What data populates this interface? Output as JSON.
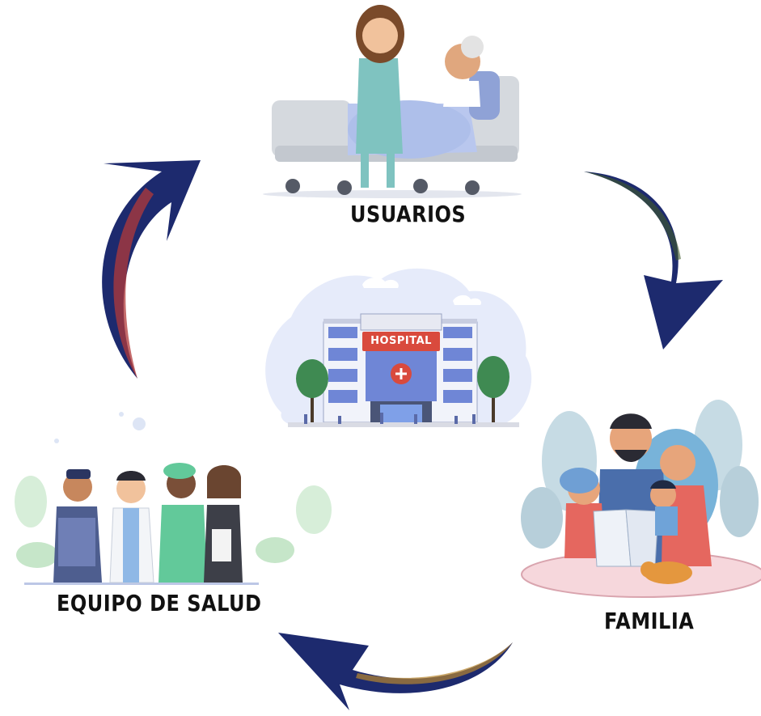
{
  "diagram": {
    "nodes": [
      {
        "id": "usuarios",
        "label": "USUARIOS",
        "illustration": "nurse-patient-bed-illustration"
      },
      {
        "id": "familia",
        "label": "FAMILIA",
        "illustration": "family-reading-illustration"
      },
      {
        "id": "equipo",
        "label": "EQUIPO DE SALUD",
        "illustration": "health-team-illustration"
      }
    ],
    "center": {
      "sign_text": "HOSPITAL",
      "illustration": "hospital-building-illustration"
    },
    "cycle_direction": "clockwise",
    "colors": {
      "arrow": "#1d2a6e",
      "arrow_shade": "#2b3d8f",
      "arrow_accent": "#b23a3a",
      "label": "#111111",
      "hospital_sign": "#d94a3d"
    }
  }
}
